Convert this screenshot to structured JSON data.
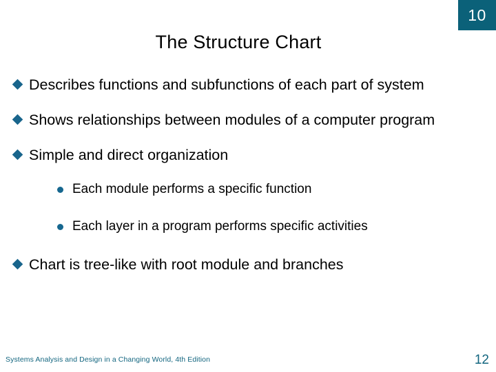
{
  "slide": {
    "chapter_badge": "10",
    "title": "The Structure Chart",
    "bullets": [
      {
        "level": 1,
        "marker": "diamond-bullet-icon",
        "text": "Describes functions and subfunctions of each part of system"
      },
      {
        "level": 1,
        "marker": "diamond-bullet-icon",
        "text": "Shows relationships between modules of a computer program"
      },
      {
        "level": 1,
        "marker": "diamond-bullet-icon",
        "text": "Simple and direct organization"
      },
      {
        "level": 2,
        "marker": "dot-bullet-icon",
        "text": "Each module performs a specific function"
      },
      {
        "level": 2,
        "marker": "dot-bullet-icon",
        "text": "Each layer in a program performs specific activities"
      },
      {
        "level": 1,
        "marker": "diamond-bullet-icon",
        "text": "Chart is tree-like with root module and branches"
      }
    ],
    "footer": {
      "source": "Systems Analysis and Design in a Changing World, 4th Edition",
      "page_number": "12"
    },
    "colors": {
      "badge_background": "#0b6179",
      "badge_text": "#ffffff",
      "title_text": "#000000",
      "body_text": "#000000",
      "diamond_bullet": "#19658c",
      "dot_bullet": "#16678f",
      "footer_text": "#12657f",
      "slide_background": "#ffffff"
    }
  }
}
